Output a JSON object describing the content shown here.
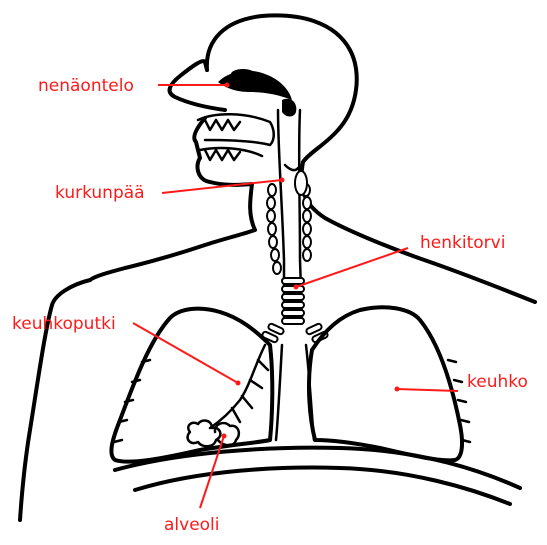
{
  "accent_color": "#ff1a1a",
  "labels": {
    "nasal_cavity": "nenäontelo",
    "larynx": "kurkunpää",
    "trachea": "henkitorvi",
    "bronchus": "keuhkoputki",
    "lung": "keuhko",
    "alveolus": "alveoli"
  }
}
